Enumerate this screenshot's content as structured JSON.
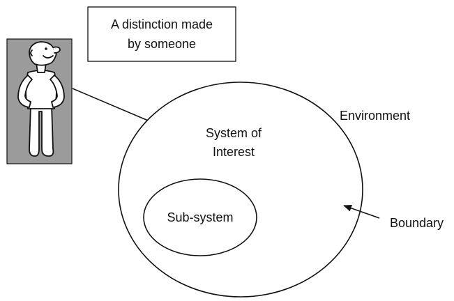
{
  "distinction_box": {
    "line1": "A distinction made",
    "line2": "by someone"
  },
  "labels": {
    "environment": "Environment",
    "system_line1": "System of",
    "system_line2": "Interest",
    "subsystem": "Sub-system",
    "boundary": "Boundary"
  },
  "colors": {
    "figure_background": "#9b9b9b",
    "stroke": "#111111",
    "fill": "#ffffff"
  },
  "icons": {
    "observer": "standing-person-figure"
  }
}
